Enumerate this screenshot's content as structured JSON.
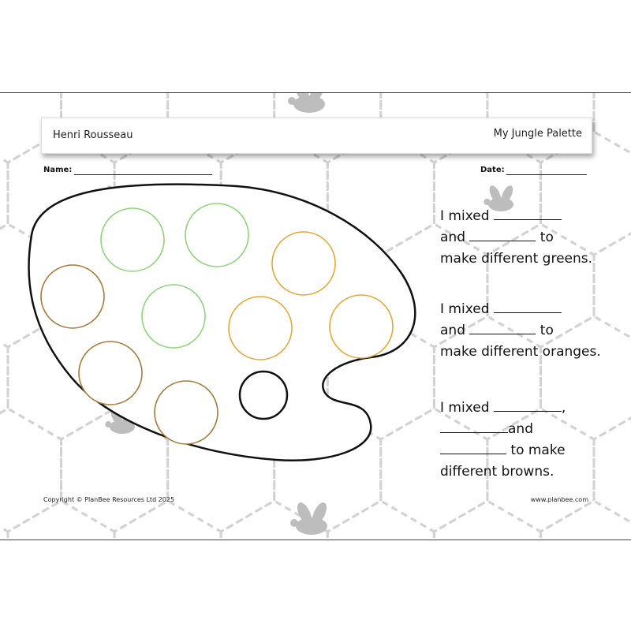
{
  "header": {
    "left_title": "Henri Rousseau",
    "right_title": "My Jungle Palette"
  },
  "fields": {
    "name_label": "Name:",
    "date_label": "Date:"
  },
  "questions": [
    {
      "lines": [
        "I mixed",
        "and",
        "to",
        "make different greens."
      ]
    },
    {
      "lines": [
        "I mixed",
        "and",
        "to",
        "make different oranges."
      ]
    },
    {
      "lines": [
        "I mixed",
        ",",
        "and",
        "to make",
        "different browns."
      ]
    }
  ],
  "footer": {
    "copyright": "Copyright © PlanBee Resources Ltd 2025",
    "website": "www.planbee.com"
  },
  "colors": {
    "green": "#8fd47a",
    "orange": "#e6a83a",
    "brown": "#a77a3c",
    "black": "#111111",
    "bee": "#bdbdbd",
    "hex_lines": "#cfcfcf"
  },
  "palette_circles": [
    {
      "color": "green"
    },
    {
      "color": "green"
    },
    {
      "color": "green"
    },
    {
      "color": "orange"
    },
    {
      "color": "orange"
    },
    {
      "color": "orange"
    },
    {
      "color": "brown"
    },
    {
      "color": "brown"
    },
    {
      "color": "brown"
    },
    {
      "color": "black"
    }
  ]
}
